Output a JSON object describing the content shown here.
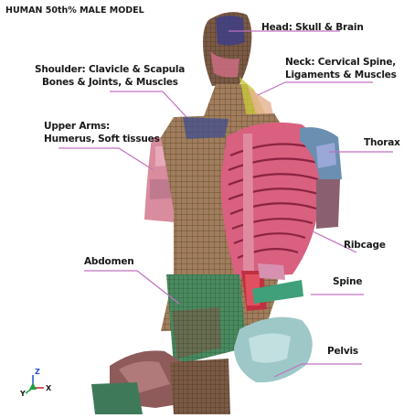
{
  "title": "HUMAN 50th% MALE MODEL",
  "labels": {
    "head": "Head: Skull & Brain",
    "neck_line1": "Neck: Cervical Spine,",
    "neck_line2": "Ligaments & Muscles",
    "shoulder_line1": "Shoulder: Clavicle & Scapula",
    "shoulder_line2": "Bones & Joints, & Muscles",
    "upper_arms_line1": "Upper Arms:",
    "upper_arms_line2": "Humerus, Soft tissues",
    "thorax": "Thorax",
    "ribcage": "Ribcage",
    "abdomen": "Abdomen",
    "spine": "Spine",
    "pelvis": "Pelvis"
  },
  "triad": {
    "z": "Z",
    "x": "X",
    "y": "Y"
  },
  "colors": {
    "leader_line": "#c070c0",
    "skin_pink": "#d98c9e",
    "mesh_brown": "#8c6a4a",
    "rib_pink": "#d9607f",
    "thorax_blue": "#6b8fb0",
    "abdomen_green": "#3f7a52",
    "pelvis_cyan": "#9ec8c8",
    "spine_red": "#c03040"
  }
}
